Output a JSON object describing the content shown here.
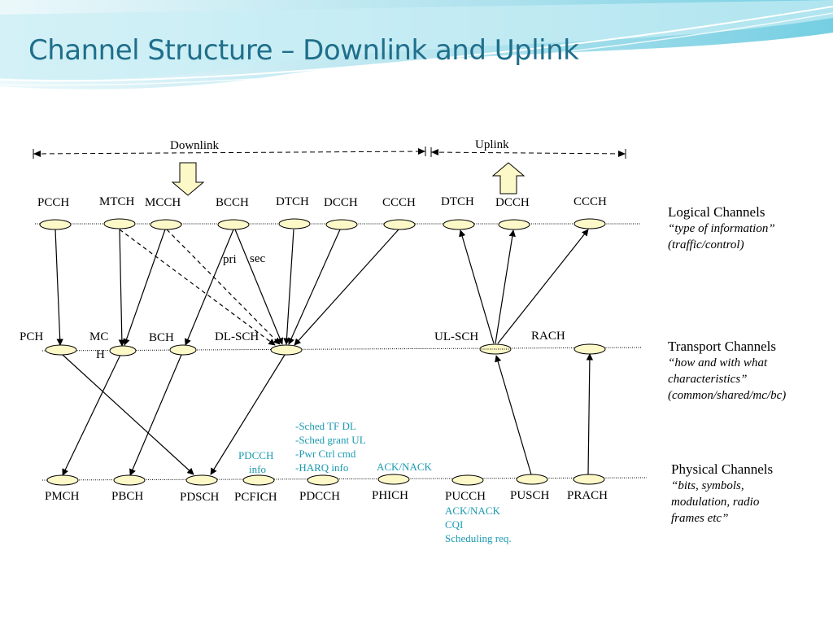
{
  "title": "Channel Structure – Downlink and Uplink",
  "direction": {
    "downlink": "Downlink",
    "uplink": "Uplink"
  },
  "logical": {
    "pcch": "PCCH",
    "mtch": "MTCH",
    "mcch": "MCCH",
    "bcch": "BCCH",
    "dtch_dl": "DTCH",
    "dcch_dl": "DCCH",
    "ccch_dl": "CCCH",
    "dtch_ul": "DTCH",
    "dcch_ul": "DCCH",
    "ccch_ul": "CCCH",
    "pri": "pri",
    "sec": "sec"
  },
  "transport": {
    "pch": "PCH",
    "mch_1": "MC",
    "mch_2": "H",
    "bch": "BCH",
    "dlsch": "DL-SCH",
    "ulsch": "UL-SCH",
    "rach": "RACH"
  },
  "physical": {
    "pmch": "PMCH",
    "pbch": "PBCH",
    "pdsch": "PDSCH",
    "pcfich": "PCFICH",
    "pdcch": "PDCCH",
    "phich": "PHICH",
    "pucch": "PUCCH",
    "pusch": "PUSCH",
    "prach": "PRACH"
  },
  "annotations": {
    "pdcch_info_1": "PDCCH",
    "pdcch_info_2": "info",
    "sched_tf_dl": "-Sched TF DL",
    "sched_grant_ul": "-Sched grant UL",
    "pwr_ctrl": "-Pwr Ctrl cmd",
    "harq_info": "-HARQ info",
    "phich_ack": "ACK/NACK",
    "pucch_ack": "ACK/NACK",
    "pucch_cqi": "CQI",
    "pucch_sched": "Scheduling req."
  },
  "side_labels": {
    "logical_title": "Logical Channels",
    "logical_desc_1": "“type of information”",
    "logical_desc_2": "(traffic/control)",
    "transport_title": "Transport Channels",
    "transport_desc_1": "“how and with what",
    "transport_desc_2": "characteristics”",
    "transport_desc_3": "(common/shared/mc/bc)",
    "physical_title": "Physical Channels",
    "physical_desc_1": "“bits, symbols,",
    "physical_desc_2": "modulation, radio",
    "physical_desc_3": "frames etc”"
  },
  "colors": {
    "title": "#1f6f8b",
    "annotation": "#1a9ab0",
    "channel_fill": "#fdf8c8",
    "arrow_fill": "#fdf8c8"
  }
}
